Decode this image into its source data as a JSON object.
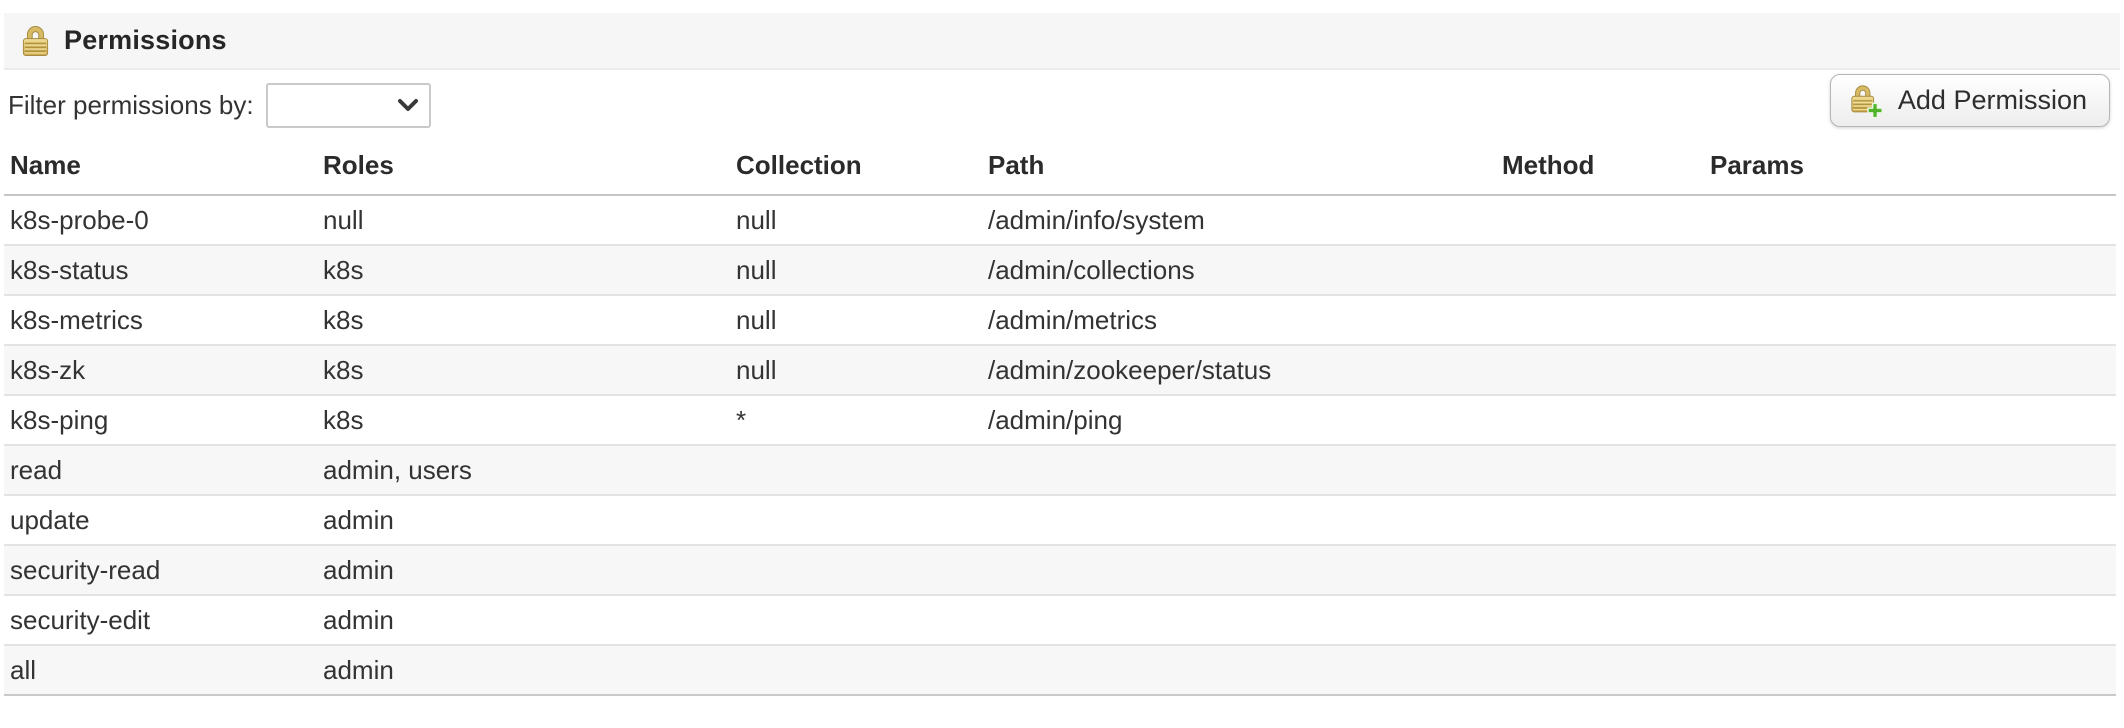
{
  "header": {
    "title": "Permissions",
    "icon": "lock-icon"
  },
  "filter": {
    "label": "Filter permissions by:",
    "selected_value": "",
    "icon": "chevron-down-icon"
  },
  "toolbar": {
    "add_permission_label": "Add Permission",
    "add_permission_icon": "lock-plus-icon"
  },
  "table": {
    "headers": [
      "Name",
      "Roles",
      "Collection",
      "Path",
      "Method",
      "Params"
    ],
    "rows": [
      {
        "name": "k8s-probe-0",
        "roles": "null",
        "collection": "null",
        "path": "/admin/info/system",
        "method": "",
        "params": ""
      },
      {
        "name": "k8s-status",
        "roles": "k8s",
        "collection": "null",
        "path": "/admin/collections",
        "method": "",
        "params": ""
      },
      {
        "name": "k8s-metrics",
        "roles": "k8s",
        "collection": "null",
        "path": "/admin/metrics",
        "method": "",
        "params": ""
      },
      {
        "name": "k8s-zk",
        "roles": "k8s",
        "collection": "null",
        "path": "/admin/zookeeper/status",
        "method": "",
        "params": ""
      },
      {
        "name": "k8s-ping",
        "roles": "k8s",
        "collection": "*",
        "path": "/admin/ping",
        "method": "",
        "params": ""
      },
      {
        "name": "read",
        "roles": "admin, users",
        "collection": "",
        "path": "",
        "method": "",
        "params": ""
      },
      {
        "name": "update",
        "roles": "admin",
        "collection": "",
        "path": "",
        "method": "",
        "params": ""
      },
      {
        "name": "security-read",
        "roles": "admin",
        "collection": "",
        "path": "",
        "method": "",
        "params": ""
      },
      {
        "name": "security-edit",
        "roles": "admin",
        "collection": "",
        "path": "",
        "method": "",
        "params": ""
      },
      {
        "name": "all",
        "roles": "admin",
        "collection": "",
        "path": "",
        "method": "",
        "params": ""
      }
    ]
  },
  "colors": {
    "lock_gold": "#d9b95f",
    "plus_green": "#4fb32a",
    "titlebar_bg": "#f6f6f6",
    "row_alt_bg": "#f7f7f7",
    "row_border": "#e3e3e3",
    "header_border": "#c6c6c6",
    "text": "#333333"
  }
}
